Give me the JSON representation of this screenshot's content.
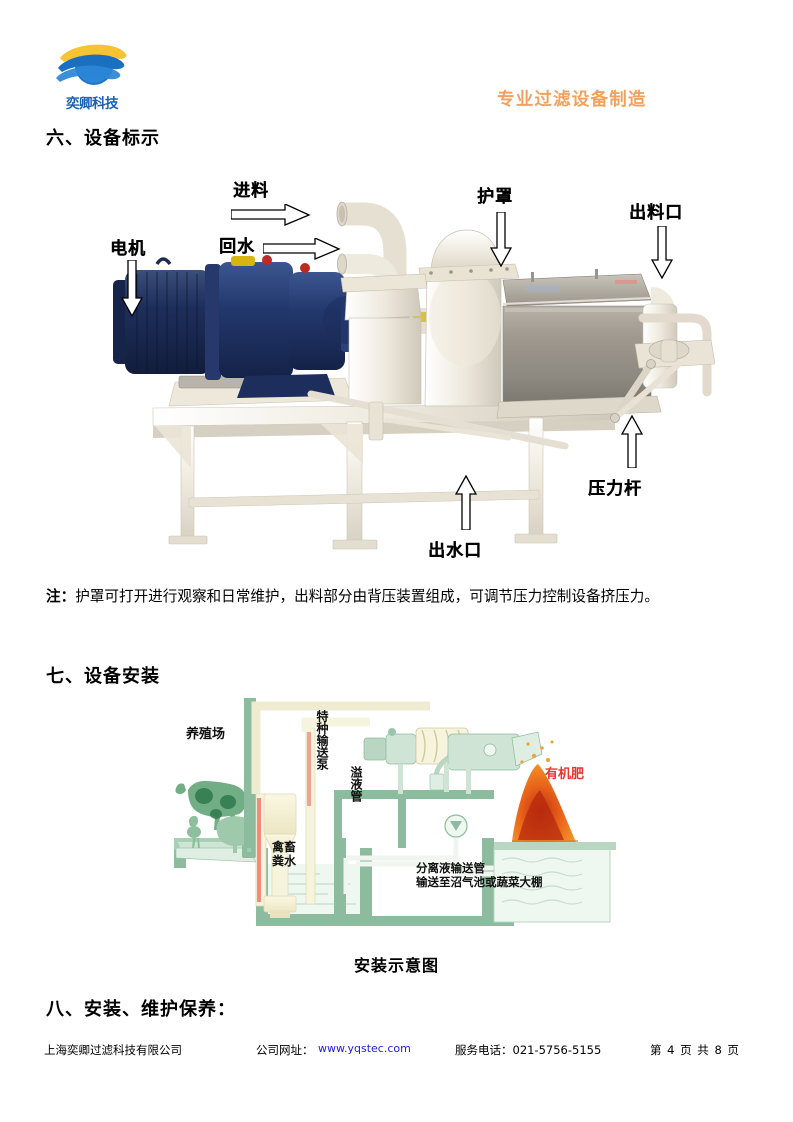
{
  "header": {
    "logo_text": "奕卿科技",
    "logo_icon": "globe-swoosh-logo",
    "tagline": "专业过滤设备制造"
  },
  "sections": {
    "s6_heading": "六、设备标示",
    "s7_heading": "七、设备安装",
    "s8_heading": "八、安装、维护保养："
  },
  "machine_figure": {
    "labels": {
      "motor": "电机",
      "feed": "进料",
      "return_water": "回水",
      "guard": "护罩",
      "discharge_port": "出料口",
      "water_outlet": "出水口",
      "pressure_rod": "压力杆"
    }
  },
  "note": {
    "prefix": "注：",
    "text": "护罩可打开进行观察和日常维护，出料部分由背压装置组成，可调节压力控制设备挤压力。"
  },
  "install_figure": {
    "caption": "安装示意图",
    "labels": {
      "farm": "养殖场",
      "special_pump": "特种输送泵",
      "overflow_pipe": "溢液管",
      "manure_water": "禽畜\n粪水",
      "organic_fertilizer": "有机肥",
      "separated_liquid": "分离液输送管\n输送至沼气池或蔬菜大棚"
    },
    "colors": {
      "fertilizer_label": "#e8352a",
      "structure_green": "#8fc0a9",
      "pipe_cream": "#f2eecd"
    }
  },
  "footer": {
    "company": "上海奕卿过滤科技有限公司",
    "website_label": "公司网址：",
    "website_url": "www.yqstec.com",
    "tel_label": "服务电话：",
    "tel_value": "021-5756-5155",
    "page_indicator": "第 4 页 共 8 页"
  },
  "colors": {
    "brand_blue": "#1a5fb4",
    "accent_orange": "#f2a25e",
    "link_blue": "#2020dd"
  }
}
